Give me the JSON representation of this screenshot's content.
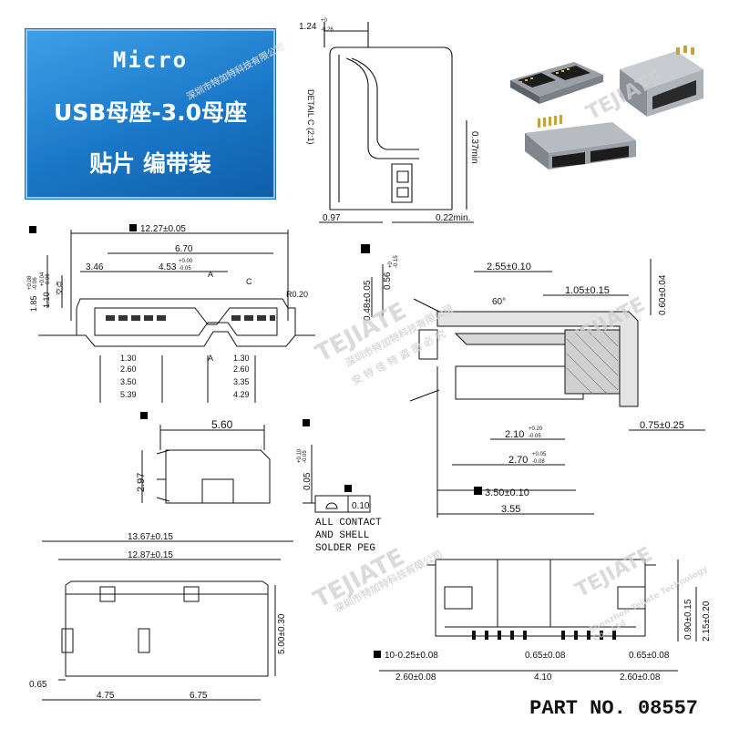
{
  "banner": {
    "line1": "Micro",
    "line2": "USB母座-3.0母座",
    "line3": "贴片  编带装"
  },
  "watermark": {
    "brand": "TEJIATE",
    "company_cn": "深圳市特加特科技有限公司",
    "company_en": "Shenzhen Tejiate Technology Co., Ltd",
    "slogan": "安 特 佳 特   盗 图 必 究"
  },
  "part_number": "PART NO. 08557",
  "detail_c": {
    "label": "DETAIL C (2:1)",
    "dim_top": "1.24",
    "dim_top_tol_upper": "+0",
    "dim_top_tol_lower": "-0.26",
    "dim_right": "0.37min",
    "dim_bottom_left": "0.97",
    "dim_bottom_right": "0.22min."
  },
  "front_view": {
    "overall": "12.27±0.05",
    "span_670": "6.70",
    "span_346": "3.46",
    "span_453": "4.53",
    "span_453_tol_upper": "+0.00",
    "span_453_tol_lower": "-0.05",
    "height_185": "1.85",
    "height_185_tol_upper": "+0.08",
    "height_185_tol_lower": "-0.06",
    "height_110": "1.10",
    "height_110_tol_upper": "+0.04",
    "height_110_tol_lower": "-0.06",
    "ref_note": "交点",
    "mark_a1": "A",
    "mark_a2": "A",
    "mark_c": "C",
    "radius": "R0.20",
    "l130": "1.30",
    "l260": "2.60",
    "l350": "3.50",
    "l539": "5.39",
    "r130": "1.30",
    "r260": "2.60",
    "r335": "3.35",
    "r429": "4.29"
  },
  "section_view": {
    "d056": "0.56",
    "d056_tol_upper": "+0",
    "d056_tol_lower": "-0.15",
    "d048": "0.48±0.05",
    "d255": "2.55±0.10",
    "angle": "60°",
    "d105": "1.05±0.15",
    "d060": "0.60±0.04",
    "d075": "0.75±0.25",
    "d210": "2.10",
    "d210_tol_upper": "+0.20",
    "d210_tol_lower": "-0.05",
    "d270": "2.70",
    "d270_tol_upper": "+0.05",
    "d270_tol_lower": "-0.08",
    "d350": "3.50±0.10",
    "d355": "3.55"
  },
  "side_view": {
    "width": "5.60",
    "height": "2.97",
    "d005": "0.05",
    "d005_tol_upper": "+0.10",
    "d005_tol_lower": "-0.05",
    "flatness": "0.10",
    "note_line1": "ALL CONTACT",
    "note_line2": "AND SHELL",
    "note_line3": "SOLDER PEG"
  },
  "footprint_view": {
    "d1367": "13.67±0.15",
    "d1287": "12.87±0.15",
    "d500": "5.00±0.30",
    "d065": "0.65",
    "d475": "4.75",
    "d675": "6.75"
  },
  "bottom_view": {
    "pins": "10-0.25±0.08",
    "pitch_l": "0.65±0.08",
    "pitch_r": "0.65±0.08",
    "d260_l": "2.60±0.08",
    "d410": "4.10",
    "d260_r": "2.60±0.08",
    "d090": "0.90±0.15",
    "d215": "2.15±0.20"
  }
}
